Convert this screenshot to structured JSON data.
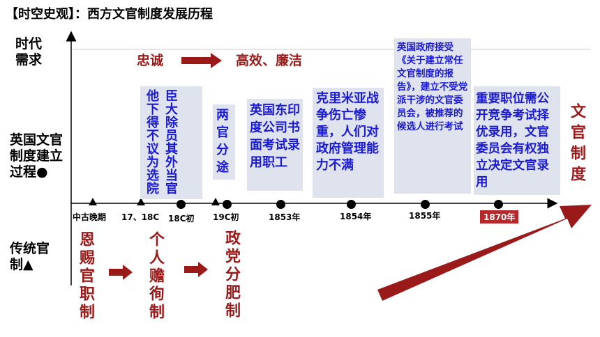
{
  "title": "【时空史观】：西方文官制度发展历程",
  "labels": {
    "era_needs": "时代需求",
    "british_system": "英国文官制度建立过程●",
    "traditional_system": "传统官制▲"
  },
  "needs": {
    "from": "忠诚",
    "to": "高效、廉洁"
  },
  "timeline_ticks": [
    "中古晚期",
    "17、18C",
    "18C初",
    "19C初",
    "1853年",
    "1854年",
    "1855年",
    "1870年"
  ],
  "events": {
    "e18c": "臣大除员其外当官他下得不议为选院",
    "e19c": "两官分途",
    "e1853": "英国东印度公司书面考试录用职工",
    "e1854": "克里米亚战争伤亡惨重，人们对政府管理能力不满",
    "e1855": "英国政府接受《关于建立常任文官制度的报告》，建立不受党派干涉的文官委员会，被推荐的候选人进行考试",
    "e1870": "重要职位需公开竞争考试择优录用，文官委员会有权独立决定文官录用",
    "final": "文官制度"
  },
  "traditional": [
    "恩赐官职制",
    "个人赡徇制",
    "政党分肥制"
  ],
  "colors": {
    "dark_red": "#9a1a1a",
    "blue": "#1a1ad6",
    "box_bg": "#dfe3ee",
    "tag_bg": "#b5292b"
  }
}
